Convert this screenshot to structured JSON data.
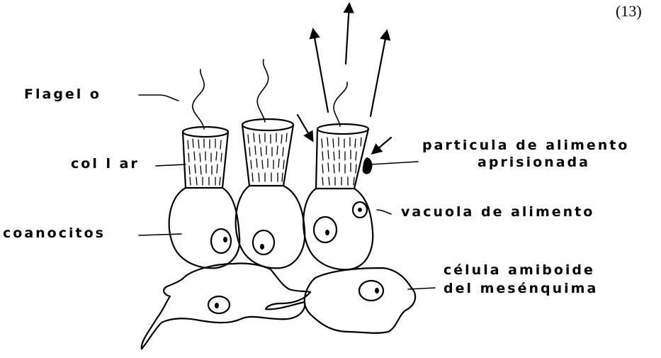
{
  "figure_number": "(13)",
  "labels": {
    "flagelo": "Flagel o",
    "collar": "col l ar",
    "coanocitos": "coanocitos",
    "particula_line1": "particula de alimento",
    "particula_line2": "aprisionada",
    "vacuola": "vacuola de alimento",
    "celula_line1": "célula amiboide",
    "celula_line2": "del mesénquima"
  }
}
